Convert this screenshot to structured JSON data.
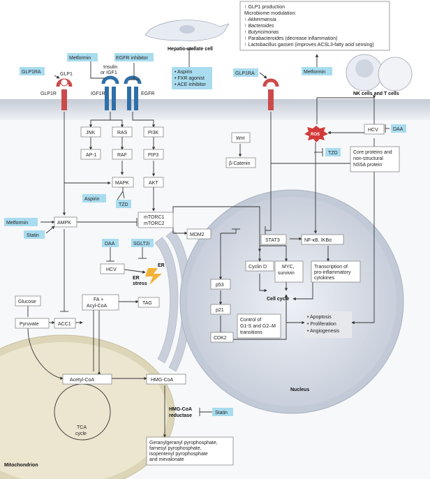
{
  "top_note": {
    "lines": [
      "↑ GLP1 production",
      "Microbiome modulation:",
      "↑ Akkermansia",
      "↑ Bacteroides",
      "↑ Butyricimonas",
      "↑ Parabacteroides (decrease inflammation)",
      "↑ Lactobacillus gasseri (improves ACSL3-fatty acid sensing)"
    ]
  },
  "hepatic": {
    "title": "Hepatic stellate cell",
    "drugs": [
      "• Aspirin",
      "• FXR agonist",
      "• ACE inhibitor"
    ]
  },
  "receptors": {
    "glp1": "GLP1",
    "glp1r": "GLP1R",
    "insulin": "Insulin",
    "or_igf1": "or IGF1",
    "igf1r": "IGF1R",
    "egfr": "EGFR"
  },
  "drugs": {
    "glp1ra_left": "GLP1RA",
    "metformin_top": "Metformin",
    "egfr_inhibitor": "EGFR inhibitor",
    "glp1ra_mid": "GLP1RA",
    "metformin_right": "Metformin",
    "daa_right": "DAA",
    "tzd_mid": "TZD",
    "aspirin": "Aspirin",
    "tzd_left": "TZD",
    "metformin_left": "Metformin",
    "statin_left": "Statin",
    "daa_er": "DAA",
    "sglt2i": "SGLT2i",
    "statin_bottom": "Statin"
  },
  "nodes": {
    "jnk": "JNK",
    "ras": "RAS",
    "pi3k": "PI3K",
    "ap1": "AP-1",
    "raf": "RAF",
    "pip3": "PIP3",
    "mapk": "MAPK",
    "akt": "AKT",
    "wnt": "Wnt",
    "bcatenin": "β-Catenin",
    "mtorc1": "mTORC1",
    "mtorc2": "mTORC2",
    "ampk": "AMPK",
    "mdm2": "MDM2",
    "hcv_er": "HCV",
    "er": "ER",
    "er_stress": "ER",
    "er_stress2": "stress",
    "glucose": "Glucose",
    "pyruvate": "Pyruvate",
    "acc1": "ACC1",
    "fa": "FA +",
    "acyl": "Acyl-CoA",
    "tag": "TAG",
    "acetyl": "Acetyl-CoA",
    "hmgcoa": "HMG-CoA",
    "tca1": "TCA",
    "tca2": "cycle",
    "hmgr1": "HMG-CoA",
    "hmgr2": "reductase",
    "mito": "Mitochondrion",
    "nk": "NK cells and T cells",
    "ros": "ROS",
    "hcv_right": "HCV",
    "core1": "Core proteins and",
    "core2": "non-structural",
    "core3": "NS5A protein",
    "stat3": "STAT3",
    "nfkb": "NF-κB, IKBα",
    "cyclind": "Cyclin D",
    "myc1": "MYC,",
    "myc2": "survivin",
    "trans1": "Transcription of",
    "trans2": "pro-inflammatory",
    "trans3": "cytokines",
    "cellcycle": "Cell cycle",
    "apop": "• Apoptosis",
    "prolif": "• Proliferation",
    "angio": "• Angiogenesis",
    "p53": "p53",
    "p21": "p21",
    "cdk2": "CDK2",
    "control1": "Control of",
    "control2": "G1-S and G2–M",
    "control3": "transitions",
    "nucleus": "Nucleus",
    "prod1": "Geranylgeranyl pyrophosphate,",
    "prod2": "farnesyl pyrophosphate,",
    "prod3": "isopentenyl pyrophosphate",
    "prod4": "and mevalonate"
  },
  "colors": {
    "drug_fill": "#a9dcef",
    "receptor_red": "#cc4a4a",
    "receptor_blue": "#2f6fa8",
    "membrane": "#d9dee6",
    "nucleus": "#cdd3de",
    "mitochondrion": "#e8e2cc",
    "ros": "#d23a3a"
  }
}
